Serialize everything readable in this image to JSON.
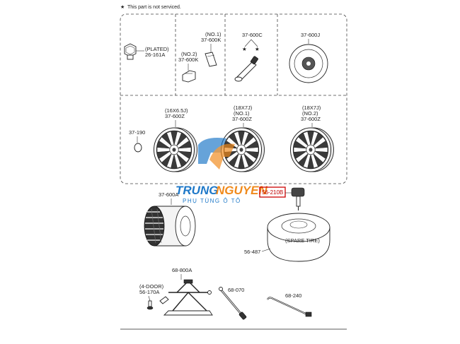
{
  "note": {
    "star": "★",
    "text": "This part is not serviced."
  },
  "labels": {
    "plated": "(PLATED)",
    "p26161a": "26-161A",
    "no1_a": "(NO.1)",
    "p37600k_a": "37-600K",
    "no2_a": "(NO.2)",
    "p37600k_b": "37-600K",
    "p37600c": "37-600C",
    "p37600j": "37-600J",
    "w1_size": "(16X6.5J)",
    "w1_part": "37-600Z",
    "w2_size": "(18X7J)",
    "w2_no": "(NO.1)",
    "w2_part": "37-600Z",
    "w3_size": "(18X7J)",
    "w3_no": "(NO.2)",
    "w3_part": "37-600Z",
    "p37190": "37-190",
    "p37600a": "37-600A",
    "p56210b": "56-210B",
    "spare": "(SPARE TIRE)",
    "p56487": "56-487",
    "p68800a": "68-800A",
    "fourdoor": "(4-DOOR)",
    "p56170a": "56-170A",
    "p68070": "68-070",
    "p68240": "68-240"
  },
  "watermark": {
    "brand_a": "TRUNG",
    "brand_b": "NGUYEN",
    "tagline": "PHỤ TÙNG Ô TÔ"
  },
  "colors": {
    "highlight": "#cc0000",
    "brand_blue": "#1e78c8",
    "brand_orange": "#f08a1c"
  }
}
